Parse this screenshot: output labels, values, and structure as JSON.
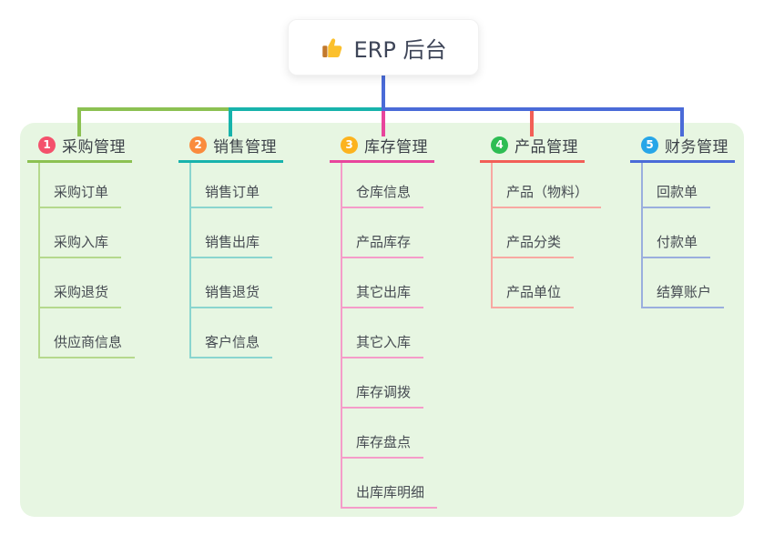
{
  "root": {
    "label": "ERP 后台",
    "icon": "thumbs-up"
  },
  "panel": {
    "background": "#e7f6e2"
  },
  "branches": [
    {
      "number": "1",
      "label": "采购管理",
      "badge_color": "#f4516c",
      "line_color": "#8cc152",
      "child_line_color": "#b5d98d",
      "children": [
        "采购订单",
        "采购入库",
        "采购退货",
        "供应商信息"
      ]
    },
    {
      "number": "2",
      "label": "销售管理",
      "badge_color": "#fa8b3d",
      "line_color": "#17b3ac",
      "child_line_color": "#8ad5cf",
      "children": [
        "销售订单",
        "销售出库",
        "销售退货",
        "客户信息"
      ]
    },
    {
      "number": "3",
      "label": "库存管理",
      "badge_color": "#fcb31e",
      "line_color": "#e8459c",
      "child_line_color": "#f59cc9",
      "children": [
        "仓库信息",
        "产品库存",
        "其它出库",
        "其它入库",
        "库存调拨",
        "库存盘点",
        "出库库明细"
      ]
    },
    {
      "number": "4",
      "label": "产品管理",
      "badge_color": "#2ebd53",
      "line_color": "#f25f57",
      "child_line_color": "#f8a8a2",
      "children": [
        "产品（物料）",
        "产品分类",
        "产品单位"
      ]
    },
    {
      "number": "5",
      "label": "财务管理",
      "badge_color": "#27a6e8",
      "line_color": "#4a6bd8",
      "child_line_color": "#9aaede",
      "children": [
        "回款单",
        "付款单",
        "结算账户"
      ]
    }
  ]
}
